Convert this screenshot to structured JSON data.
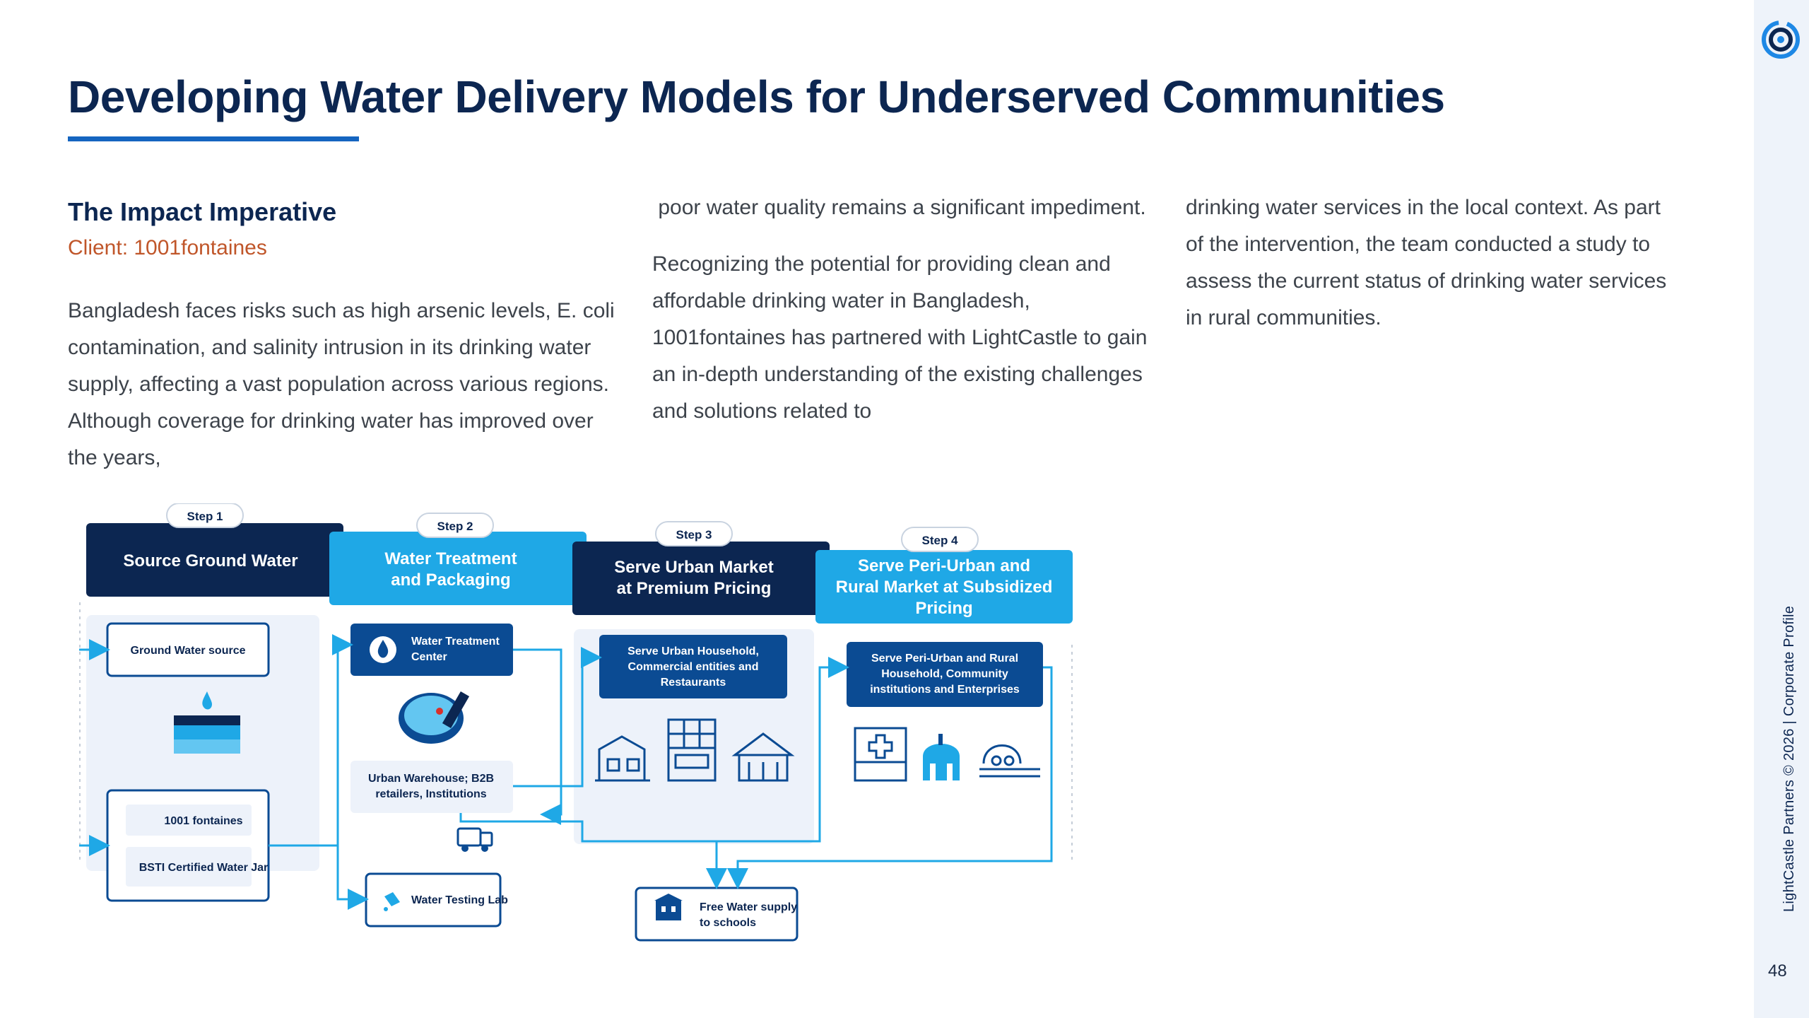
{
  "page": {
    "title": "Developing Water Delivery Models for Underserved Communities",
    "page_number": "48",
    "footer": "LightCastle Partners © 2026 | Corporate Profile",
    "logo_icon": "lightcastle-logo-icon",
    "accent_color": "#1565c0",
    "title_color": "#0c2651",
    "client_color": "#c0562a"
  },
  "content": {
    "heading": "The Impact Imperative",
    "client": "Client: 1001fontaines",
    "col1_para": "Bangladesh faces risks such as high arsenic levels, E. coli contamination, and salinity intrusion in its drinking water supply, affecting a vast population across various regions. Although coverage for drinking water has improved over the years,",
    "col2_para1": " poor water quality remains a significant impediment.",
    "col2_para2": "Recognizing the potential for providing clean and affordable drinking water in Bangladesh, 1001fontaines has partnered with LightCastle to gain an in-depth understanding of the existing challenges and solutions related to",
    "col3_para": "drinking water services in the local context. As part of the intervention, the team conducted a study to assess the current status of drinking water services in rural communities."
  },
  "diagram": {
    "steps": [
      {
        "badge": "Step 1",
        "title_lines": [
          "Source Ground Water"
        ]
      },
      {
        "badge": "Step 2",
        "title_lines": [
          "Water Treatment",
          "and Packaging"
        ]
      },
      {
        "badge": "Step 3",
        "title_lines": [
          "Serve Urban Market",
          "at Premium Pricing"
        ]
      },
      {
        "badge": "Step 4",
        "title_lines": [
          "Serve Peri-Urban and",
          "Rural Market at Subsidized",
          "Pricing"
        ]
      }
    ],
    "ground_water_source": "Ground Water source",
    "brand_box": "1001 fontaines",
    "jar_box": "BSTI Certified Water Jar",
    "treatment_center": [
      "Water Treatment",
      "Center"
    ],
    "urban_warehouse": [
      "Urban Warehouse; B2B",
      "retailers, Institutions"
    ],
    "testing_lab": "Water Testing Lab",
    "urban_households": [
      "Serve Urban Household,",
      "Commercial entities and",
      "Restaurants"
    ],
    "peri_urban": [
      "Serve Peri-Urban and Rural",
      "Household, Community",
      "institutions and Enterprises"
    ],
    "free_water": [
      "Free Water supply",
      "to schools"
    ],
    "icons": [
      "water-drop-icon",
      "water-source-icon",
      "treatment-pool-icon",
      "truck-icon",
      "lab-icon",
      "house-icon",
      "building-icon",
      "shop-icon",
      "hospital-icon",
      "mosque-icon",
      "factory-icon",
      "school-icon"
    ],
    "colors": {
      "navy": "#0c2651",
      "cyan": "#1fa8e6",
      "blue": "#0b4b93",
      "panel": "#edf2fa",
      "outline": "#0b4b93"
    }
  }
}
